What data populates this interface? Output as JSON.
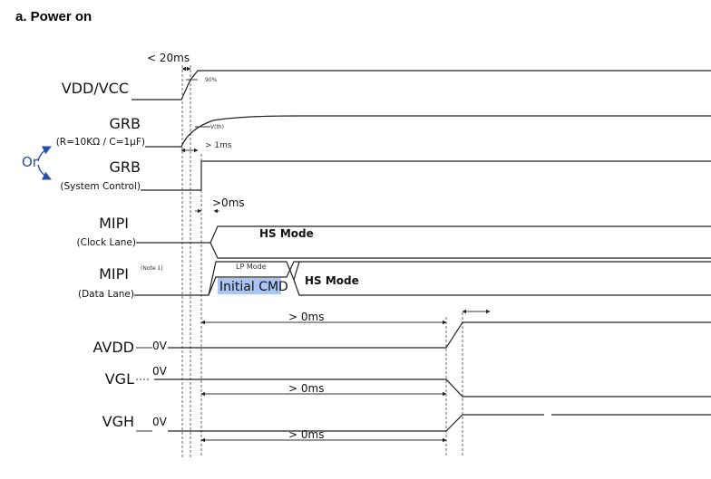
{
  "title": "a. Power on",
  "or_label": "Or",
  "signals": {
    "vdd": "VDD/VCC",
    "grb1": "GRB",
    "grb1_sub": "(R=10KΩ / C=1μF)",
    "grb2": "GRB",
    "grb2_sub": "(System Control)",
    "mipi_clk": "MIPI",
    "mipi_clk_sub": "(Clock Lane)",
    "mipi_data": "MIPI",
    "mipi_data_note": "(Note 1)",
    "mipi_data_sub": "(Data Lane)",
    "avdd": "AVDD",
    "vgl": "VGL",
    "vgh": "VGH"
  },
  "levels": {
    "avdd_0v": "0V",
    "vgl_0v": "0V",
    "vgh_0v": "0V"
  },
  "annotations": {
    "lt20ms": "< 20ms",
    "pct90": "90%",
    "vth": "V(th)",
    "gt1ms": "> 1ms",
    "gt0ms_top": ">0ms",
    "gt0ms_avdd": "> 0ms",
    "gt0ms_vgl": "> 0ms",
    "gt0ms_vgh": "> 0ms"
  },
  "modes": {
    "clk_hs": "HS Mode",
    "lp_mode": "LP Mode",
    "initial_cmd": "Initial CMD",
    "data_hs": "HS Mode"
  },
  "colors": {
    "highlight": "#a9c4f5",
    "or_arrow": "#2a4fa8"
  }
}
